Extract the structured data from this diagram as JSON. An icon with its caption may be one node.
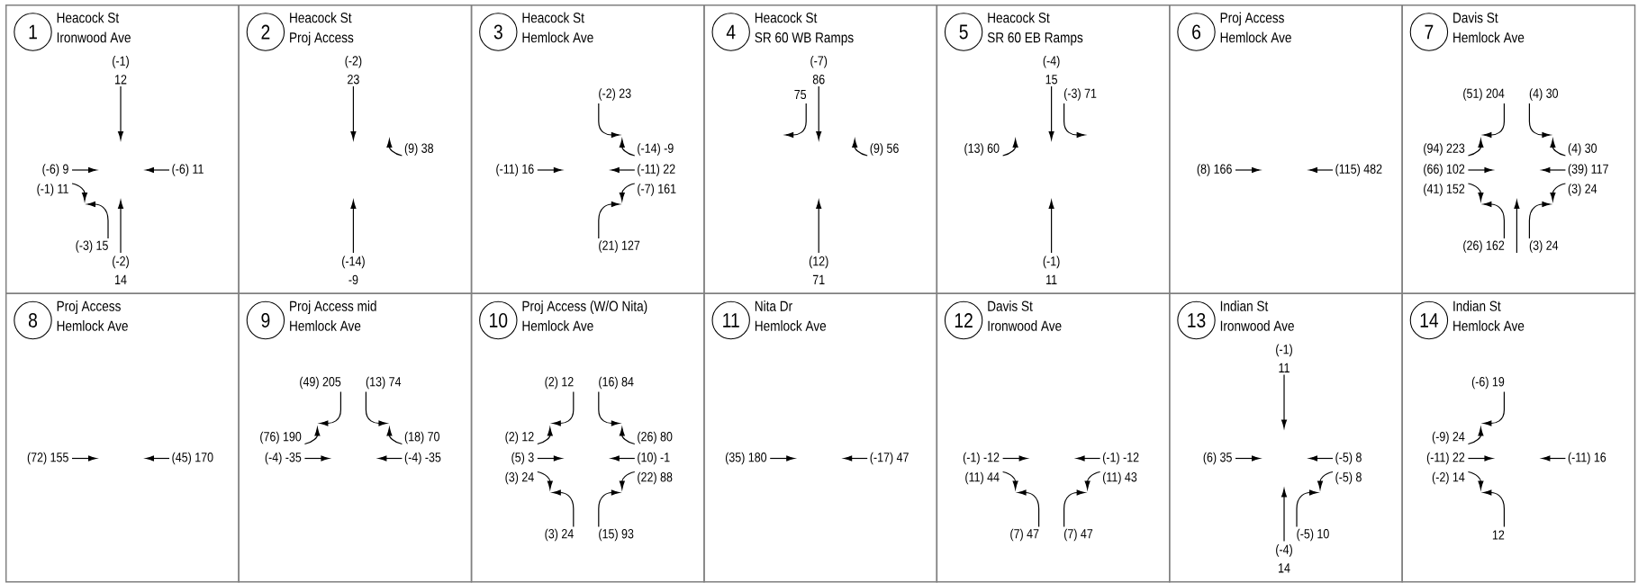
{
  "diagram": {
    "nodes": [
      {
        "text": [
          "Heacock St",
          "Ironwood Ave"
        ]
      },
      {
        "text": [
          "1"
        ],
        "in": 0
      },
      {
        "text": [
          "Heacock St",
          "Proj Access"
        ]
      },
      {
        "text": [
          "2"
        ],
        "in": 2
      },
      {
        "text": [
          "Heacock St",
          "Hemlock Ave"
        ]
      },
      {
        "text": [
          "3"
        ],
        "in": 4
      },
      {
        "text": [
          "Heacock St",
          "SR 60 WB Ramps"
        ]
      },
      {
        "text": [
          "4"
        ],
        "in": 6
      },
      {
        "text": [
          "Heacock St",
          "SR 60 EB Ramps"
        ]
      },
      {
        "text": [
          "5"
        ],
        "in": 8
      },
      {
        "text": [
          "Proj Access",
          "Hemlock Ave"
        ]
      },
      {
        "text": [
          "6"
        ],
        "in": 10
      },
      {
        "text": [
          "Davis St",
          "Hemlock Ave"
        ]
      },
      {
        "text": [
          "7"
        ],
        "in": 12
      },
      {
        "text": [
          "Proj Access",
          "Hemlock Ave"
        ]
      },
      {
        "text": [
          "8"
        ],
        "in": 14
      },
      {
        "text": [
          "Proj Access mid",
          "Hemlock Ave"
        ]
      },
      {
        "text": [
          "9"
        ],
        "in": 16
      },
      {
        "text": [
          "Proj Access (W/O Nita)",
          "Hemlock Ave"
        ]
      },
      {
        "text": [
          "10"
        ],
        "in": 18
      },
      {
        "text": [
          "Nita Dr",
          "Hemlock Ave"
        ]
      },
      {
        "text": [
          "11"
        ],
        "in": 20
      },
      {
        "text": [
          "Davis St",
          "Ironwood Ave"
        ]
      },
      {
        "text": [
          "12"
        ],
        "in": 22
      },
      {
        "text": [
          "Indian St",
          "Ironwood Ave"
        ]
      },
      {
        "text": [
          "13"
        ],
        "in": 24
      },
      {
        "text": [
          "Indian St",
          "Hemlock Ave"
        ]
      },
      {
        "text": [
          "14"
        ],
        "in": 26
      }
    ],
    "labels": [
      "(-1) 12",
      "(-6) 9",
      "(-6) 11",
      "(-1) 11",
      "(-3) 15",
      "(-2) 14",
      "(-2) 23",
      "(9) 38",
      "(-14) -9",
      "(-2) 23",
      "(-14) -9",
      "(-11) 16",
      "(-11) 22",
      "(-7) 161",
      "(21) 127",
      "(-7) 86",
      "75",
      "(9) 56",
      "(12) 71",
      "(-4) 15",
      "(-3) 71",
      "(13) 60",
      "(-1) 11",
      "(8) 166",
      "(115) 482",
      "(51) 204",
      "(4) 30",
      "(94) 223",
      "(4) 30",
      "(66) 102",
      "(39) 117",
      "(41) 152",
      "(3) 24",
      "(26) 162",
      "(3) 24",
      "(72) 155",
      "(45) 170",
      "(49) 205",
      "(13) 74",
      "(76) 190",
      "(18) 70",
      "(-4) -35",
      "(-4) -35",
      "(2) 12",
      "(16) 84",
      "(2) 12",
      "(26) 80",
      "(5) 3",
      "(10) -1",
      "(3) 24",
      "(22) 88",
      "(3) 24",
      "(15) 93",
      "(35) 180",
      "(-17) 47",
      "(-1) -12",
      "(-1) -12",
      "(11) 44",
      "(11) 43",
      "(7) 47",
      "(7) 47",
      "(-1) 11",
      "(6) 35",
      "(-5) 8",
      "(-5) 8",
      "(-5) 10",
      "(-4) 14",
      "(-6) 19",
      "(-9) 24",
      "(-11) 22",
      "(-11) 16",
      "(-2) 14",
      "12"
    ]
  }
}
